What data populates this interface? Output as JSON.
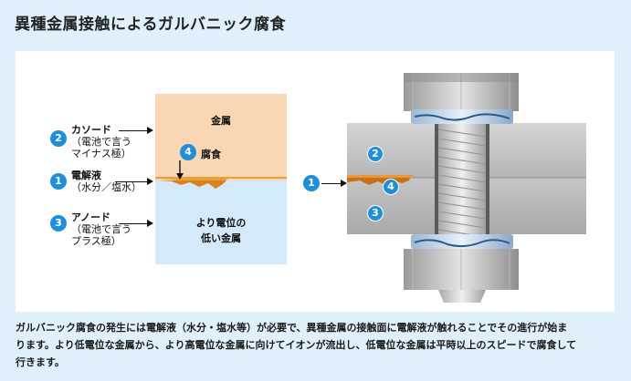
{
  "title": "異種金属接触によるガルバニック腐食",
  "labels": {
    "cathode": {
      "num": "2",
      "main": "カソード",
      "sub1": "（電池で言う",
      "sub2": "マイナス極）"
    },
    "electrolyte": {
      "num": "1",
      "main": "電解液",
      "sub1": "（水分／塩水）"
    },
    "anode": {
      "num": "3",
      "main": "アノード",
      "sub1": "（電池で言う",
      "sub2": "プラス極）"
    }
  },
  "box": {
    "top_label": "金属",
    "corrosion_num": "4",
    "corrosion_label": "腐食",
    "bottom_label1": "より電位の",
    "bottom_label2": "低い金属"
  },
  "bolt_badges": {
    "b1": "1",
    "b2": "2",
    "b3": "3",
    "b4": "4"
  },
  "caption": {
    "line1": "ガルバニック腐食の発生には電解液（水分・塩水等）が必要で、異種金属の接触面に電解液が触れることでその進行が始ま",
    "line2": "ります。より低電位な金属から、より高電位な金属に向けてイオンが流出し、低電位な金属は平時以上のスピードで腐食して",
    "line3": "行きます。"
  },
  "colors": {
    "page_bg": "#dff0fb",
    "badge": "#1f8fd8",
    "metal_top": "#fad7b4",
    "metal_bottom": "#d4eafa",
    "corrosion": "#d9811f"
  }
}
